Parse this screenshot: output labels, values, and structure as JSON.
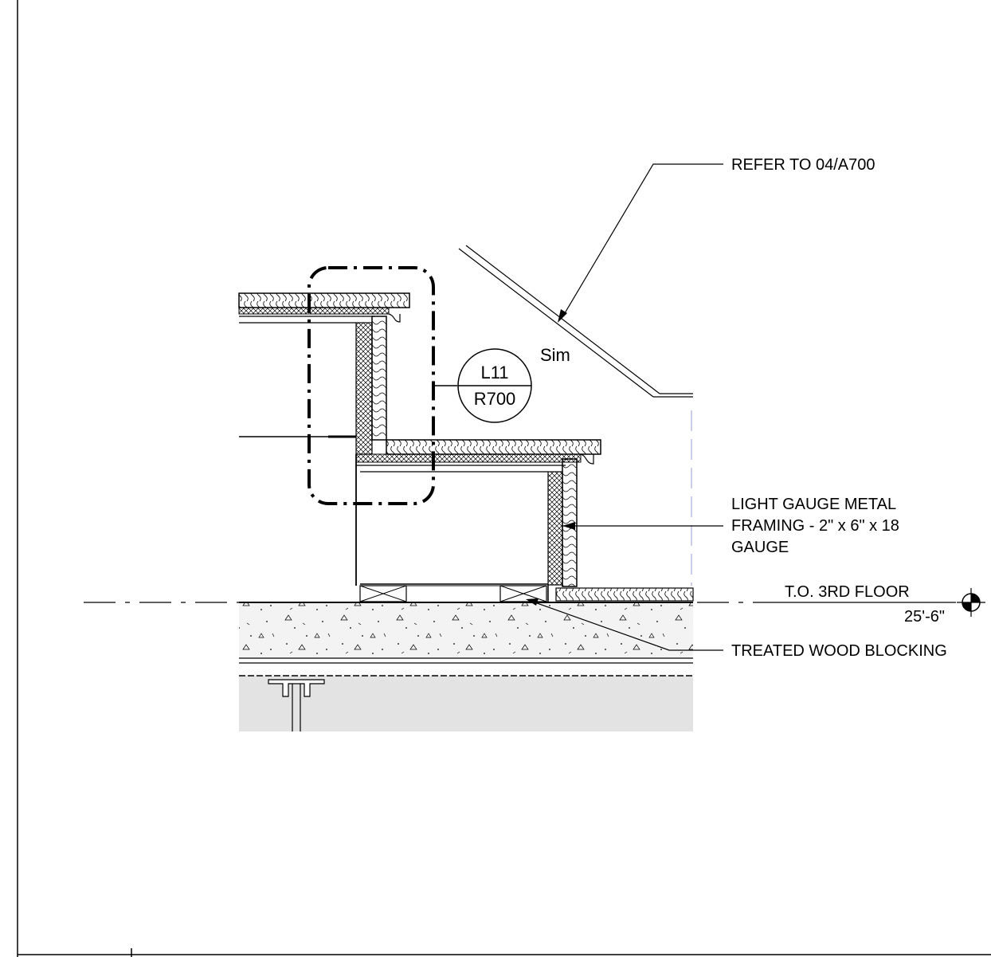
{
  "labels": {
    "refer": "REFER TO 04/A700",
    "sim": "Sim",
    "framing_line1": "LIGHT GAUGE METAL",
    "framing_line2": "FRAMING - 2\" x 6\" x 18",
    "framing_line3": "GAUGE",
    "floor_name": "T.O. 3RD FLOOR",
    "floor_elevation": "25'-6\"",
    "blocking": "TREATED WOOD BLOCKING"
  },
  "detail_tag": {
    "top": "L11",
    "bottom": "R700"
  }
}
